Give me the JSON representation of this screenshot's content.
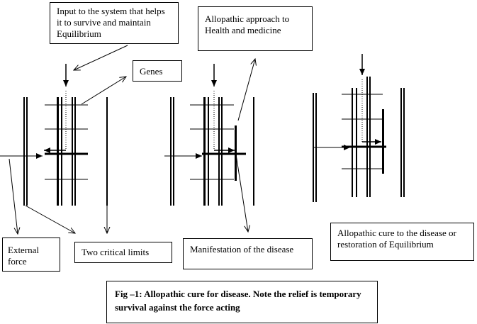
{
  "labels": {
    "input_system": "Input to the system that helps it to survive and maintain Equilibrium",
    "genes": "Genes",
    "allopathic_approach": "Allopathic approach to Health and medicine",
    "allopathic_cure": "Allopathic cure to the disease or restoration of Equilibrium",
    "external_force": "External force",
    "two_critical": "Two critical limits",
    "manifestation": "Manifestation of the disease",
    "figure_caption": "Fig –1: Allopathic cure for disease. Note the relief is temporary survival against the force acting"
  }
}
